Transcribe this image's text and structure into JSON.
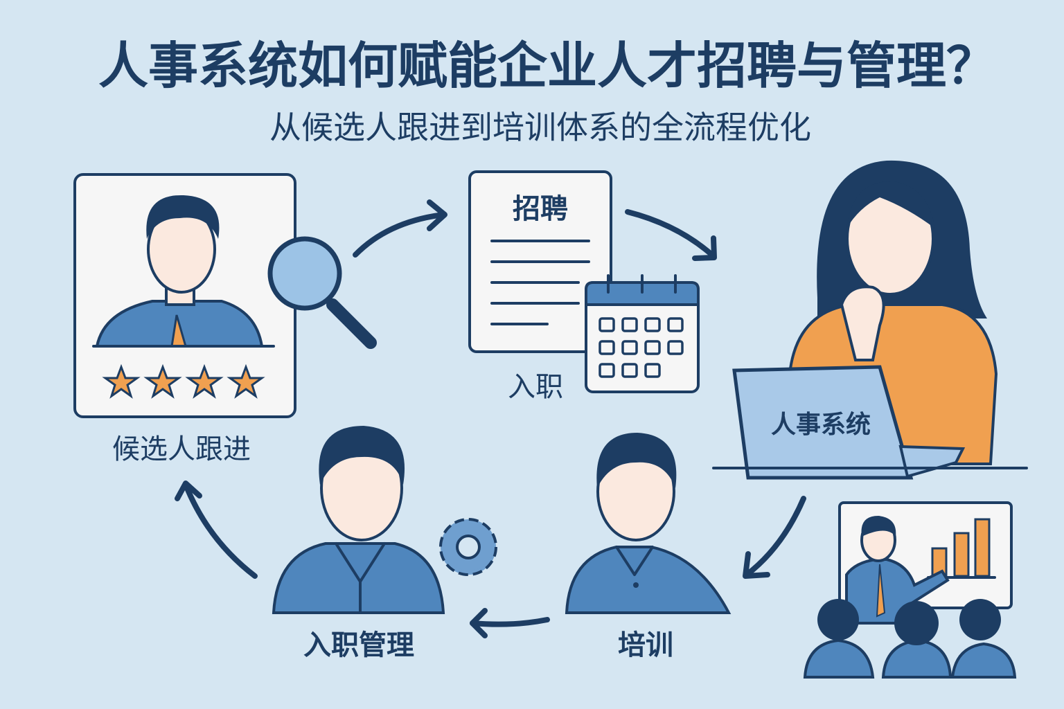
{
  "title": "人事系统如何赋能企业人才招聘与管理？",
  "subtitle": "从候选人跟进到培训体系的全流程优化",
  "steps": {
    "candidate": "候选人跟进",
    "recruit": "招聘",
    "onboard": "入职",
    "system": "人事系统",
    "training": "培训",
    "onboard_mgmt": "入职管理"
  },
  "candidate_rating": 4,
  "colors": {
    "background": "#d5e6f2",
    "navy": "#1d3d63",
    "blue": "#4f86bd",
    "orange": "#f0a050"
  }
}
